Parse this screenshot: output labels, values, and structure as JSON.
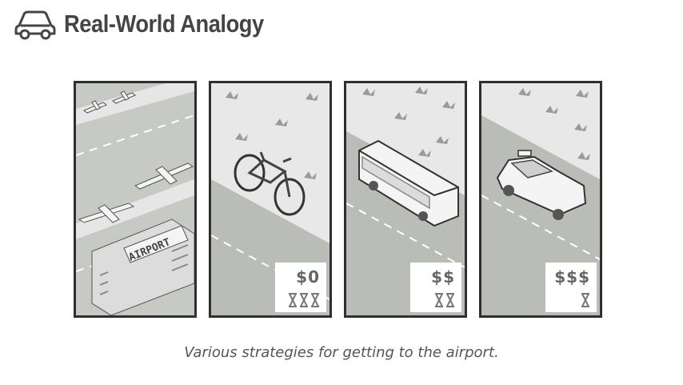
{
  "header": {
    "title": "Real-World Analogy",
    "icon": "car-icon"
  },
  "panels": [
    {
      "scene": "airport",
      "sign": "AIRPORT"
    },
    {
      "scene": "bicycle",
      "cost": "$0",
      "time_units": 3
    },
    {
      "scene": "bus",
      "cost": "$$",
      "time_units": 2
    },
    {
      "scene": "taxi",
      "cost": "$$$",
      "time_units": 1
    }
  ],
  "caption": "Various strategies for getting to the airport.",
  "colors": {
    "frame": "#2f2f2f",
    "road": "#b9bcb7",
    "grass": "#e8e8e8",
    "text": "#444444"
  }
}
